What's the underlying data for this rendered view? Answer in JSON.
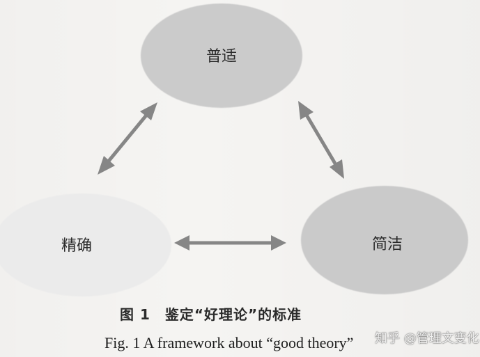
{
  "diagram": {
    "nodes": {
      "top": "普适",
      "left": "精确",
      "right": "简洁"
    }
  },
  "caption": {
    "cn": "图 1　鉴定“好理论”的标准",
    "en": "Fig. 1 A framework about “good theory”"
  },
  "watermark": {
    "text": "知乎 @管理文变化"
  },
  "colors": {
    "ellipse_top": "#cbcbcb",
    "ellipse_left": "#ebebeb",
    "ellipse_right": "#cacaca",
    "arrow": "#868686",
    "background": "#f4f3f1"
  }
}
